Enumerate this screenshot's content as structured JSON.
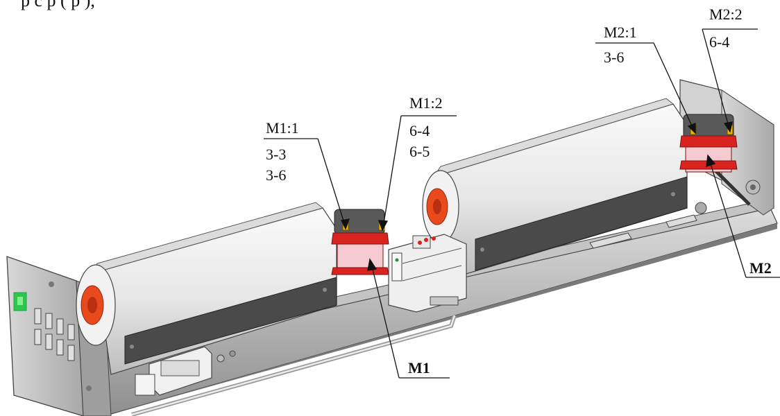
{
  "header": {
    "partial_caption": "р     с     р    (      р    ),"
  },
  "callouts": {
    "m1_1": {
      "title": "M1:1",
      "lines": [
        "3-3",
        "3-6"
      ]
    },
    "m1_2": {
      "title": "M1:2",
      "lines": [
        "6-4",
        "6-5"
      ]
    },
    "m2_1": {
      "title": "M2:1",
      "lines": [
        "3-6"
      ]
    },
    "m2_2": {
      "title": "M2:2",
      "lines": [
        "6-4"
      ]
    },
    "m1": {
      "title": "M1"
    },
    "m2": {
      "title": "M2"
    }
  },
  "colors": {
    "coil_frame": "#d9231f",
    "coil_body": "#f4c9cf",
    "fan_housing": "#eeeeee",
    "fan_outlet": "#e84a1c",
    "panel": "#c9c9c9",
    "switch_green": "#2fc44a",
    "terminal_yellow": "#f0b400"
  }
}
